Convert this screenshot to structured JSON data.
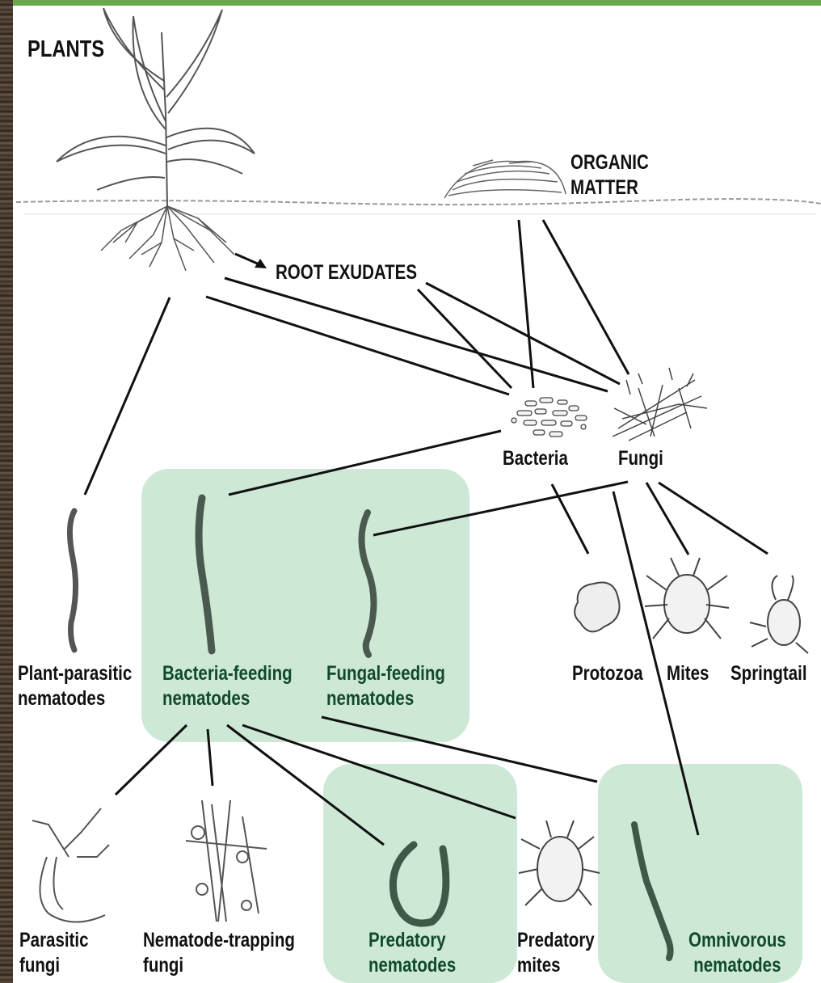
{
  "diagram": {
    "nodes": {
      "plants": "PLANTS",
      "organic_matter": [
        "ORGANIC",
        "MATTER"
      ],
      "root_exudates": "ROOT EXUDATES",
      "bacteria": "Bacteria",
      "fungi": "Fungi",
      "plant_parasitic": [
        "Plant-parasitic",
        "nematodes"
      ],
      "bacteria_feeding": [
        "Bacteria-feeding",
        "nematodes"
      ],
      "fungal_feeding": [
        "Fungal-feeding",
        "nematodes"
      ],
      "protozoa": "Protozoa",
      "mites": "Mites",
      "springtail": "Springtail",
      "parasitic_fungi": [
        "Parasitic",
        "fungi"
      ],
      "nematode_trapping": [
        "Nematode-trapping",
        "fungi"
      ],
      "predatory_nematodes": [
        "Predatory",
        "nematodes"
      ],
      "predatory_mites": [
        "Predatory",
        "mites"
      ],
      "omnivorous": [
        "Omnivorous",
        "nematodes"
      ]
    },
    "colors": {
      "highlight_panel": "#cde9d6",
      "top_bar": "#6aa84f",
      "highlight_text": "#114a2a"
    }
  }
}
